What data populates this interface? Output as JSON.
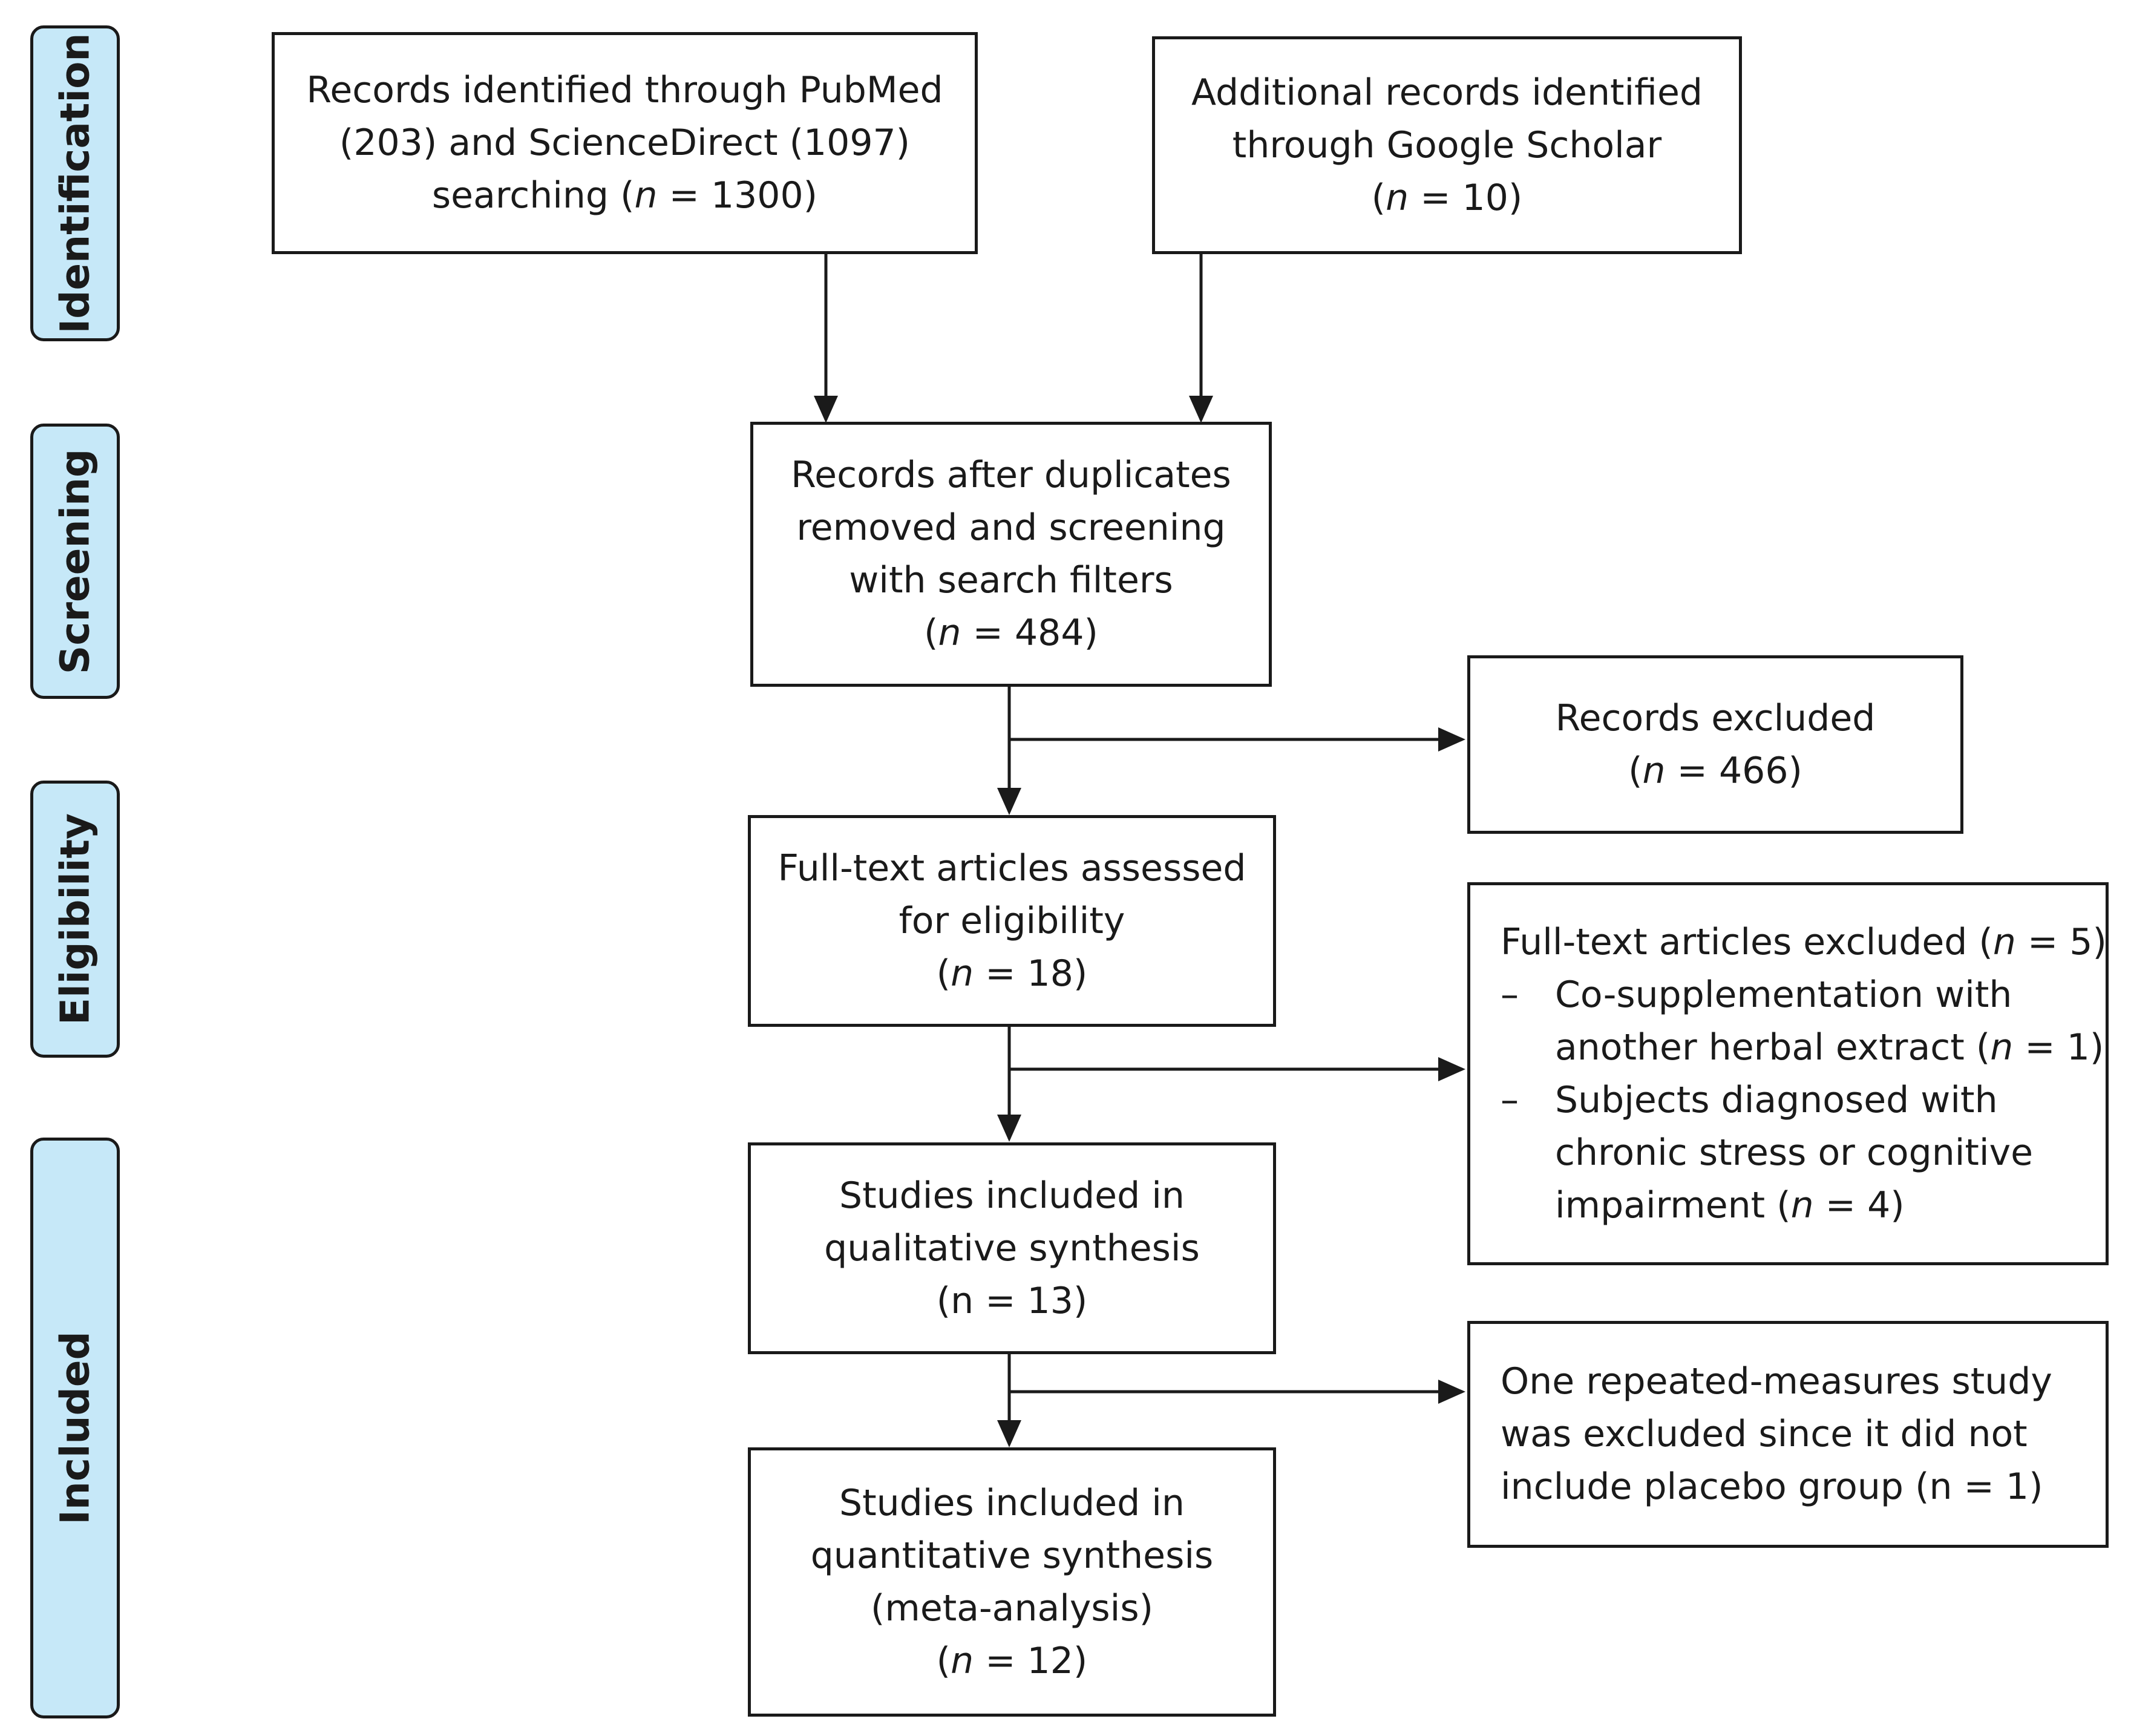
{
  "phases": {
    "identification": "Identification",
    "screening": "Screening",
    "eligibility": "Eligibility",
    "included": "Included"
  },
  "boxes": {
    "pubmed": {
      "line1": "Records identified through PubMed",
      "line2": "(203) and ScienceDirect (1097)",
      "line3_pre": "searching (",
      "n": "n",
      "line3_post": " = 1300)"
    },
    "scholar": {
      "line1": "Additional records identified",
      "line2": "through Google Scholar",
      "pre": "(",
      "n": "n",
      "post": " = 10)"
    },
    "screened": {
      "line1": "Records after duplicates",
      "line2": "removed and screening",
      "line3": "with search filters",
      "pre": "(",
      "n": "n",
      "post": " = 484)"
    },
    "excluded_records": {
      "line1": "Records excluded",
      "pre": "(",
      "n": "n",
      "post": " = 466)"
    },
    "fulltext": {
      "line1": "Full-text articles assessed",
      "line2": "for eligibility",
      "pre": "(",
      "n": "n",
      "post": " = 18)"
    },
    "fulltext_excluded": {
      "header_pre": "Full-text articles excluded (",
      "header_n": "n",
      "header_post": " = 5)",
      "dash": "–",
      "item1_line1": "Co-supplementation with",
      "item1_line2_pre": "another herbal extract (",
      "item1_n": "n",
      "item1_line2_post": " = 1)",
      "item2_line1": "Subjects diagnosed with",
      "item2_line2": "chronic stress or cognitive",
      "item2_line3_pre": "impairment (",
      "item2_n": "n",
      "item2_line3_post": " = 4)"
    },
    "qualitative": {
      "line1": "Studies included in",
      "line2": "qualitative synthesis",
      "line3": "(n = 13)"
    },
    "repeated": {
      "line1": "One repeated-measures study",
      "line2": "was excluded since it did not",
      "line3": "include placebo group (n = 1)"
    },
    "quantitative": {
      "line1": "Studies included in",
      "line2": "quantitative synthesis",
      "line3": "(meta-analysis)",
      "pre": "(",
      "n": "n",
      "post": " = 12)"
    }
  }
}
